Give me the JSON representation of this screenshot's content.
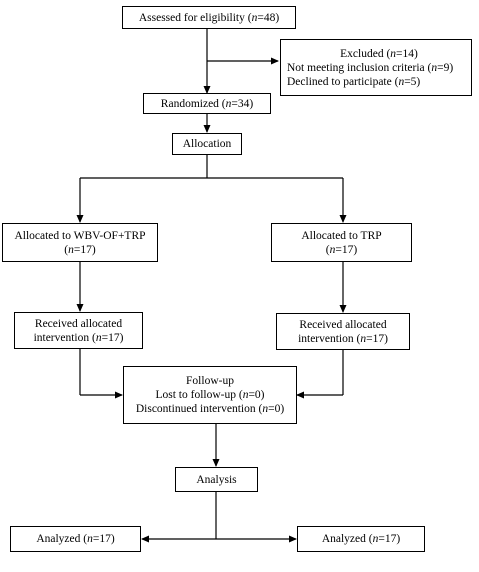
{
  "flowchart": {
    "assessed": {
      "pre": "Assessed for eligibility (",
      "n": "n",
      "post": "=48)"
    },
    "excluded": {
      "title": {
        "pre": "Excluded (",
        "n": "n",
        "post": "=14)"
      },
      "reason1": {
        "pre": "Not meeting inclusion criteria (",
        "n": "n",
        "post": "=9)"
      },
      "reason2": {
        "pre": "Declined to participate (",
        "n": "n",
        "post": "=5)"
      }
    },
    "randomized": {
      "pre": "Randomized (",
      "n": "n",
      "post": "=34)"
    },
    "allocation": "Allocation",
    "allocated_left": {
      "line1": "Allocated to WBV-OF+TRP",
      "pre": "(",
      "n": "n",
      "post": "=17)"
    },
    "allocated_right": {
      "line1": "Allocated to TRP",
      "pre": "(",
      "n": "n",
      "post": "=17)"
    },
    "received_left": {
      "line1": "Received allocated",
      "pre": "intervention (",
      "n": "n",
      "post": "=17)"
    },
    "received_right": {
      "line1": "Received allocated",
      "pre": "intervention (",
      "n": "n",
      "post": "=17)"
    },
    "followup": {
      "title": "Follow-up",
      "lost": {
        "pre": "Lost to follow-up (",
        "n": "n",
        "post": "=0)"
      },
      "discontinued": {
        "pre": "Discontinued intervention (",
        "n": "n",
        "post": "=0)"
      }
    },
    "analysis": "Analysis",
    "analyzed_left": {
      "pre": "Analyzed (",
      "n": "n",
      "post": "=17)"
    },
    "analyzed_right": {
      "pre": "Analyzed (",
      "n": "n",
      "post": "=17)"
    }
  }
}
